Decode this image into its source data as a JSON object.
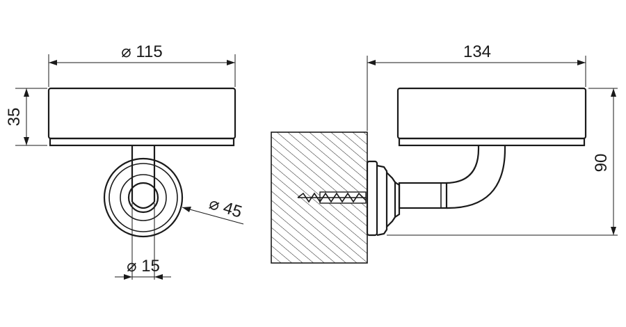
{
  "dimensions": {
    "front_width": "115",
    "front_height": "35",
    "base_diameter": "45",
    "stem_diameter": "15",
    "side_depth": "134",
    "side_height": "90"
  },
  "symbols": {
    "diameter": "⌀"
  }
}
